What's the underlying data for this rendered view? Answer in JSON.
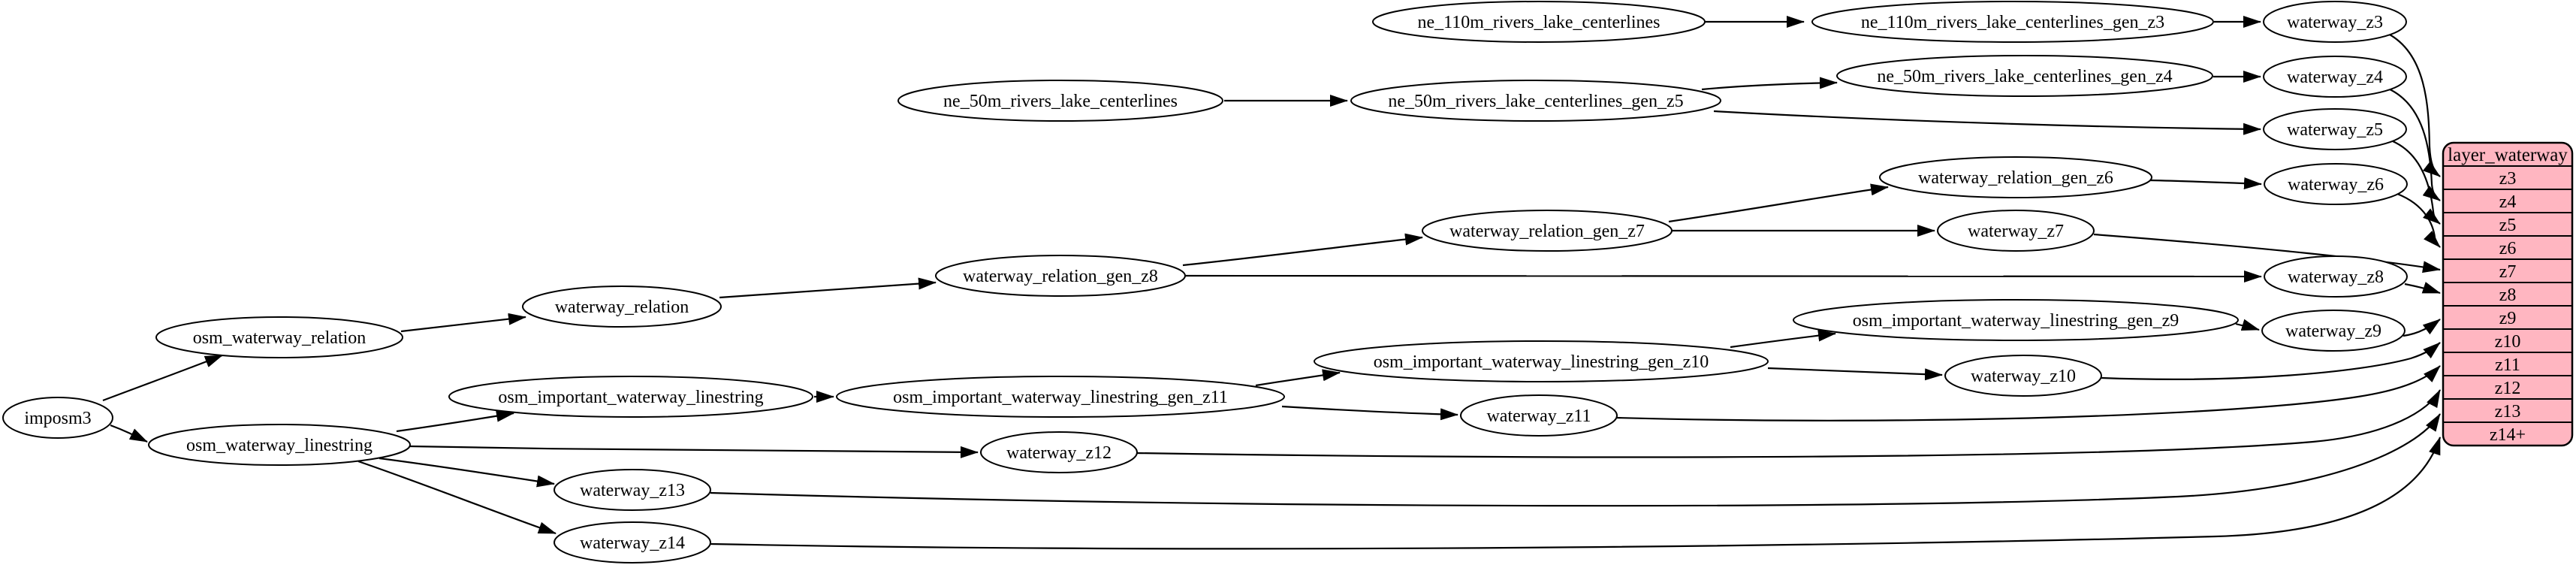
{
  "diagram": {
    "kind": "etl-dependency-graph",
    "background_color": "#ffffff",
    "node_fill": "#ffffff",
    "node_stroke": "#000000",
    "edge_color": "#000000"
  },
  "nodes": {
    "imposm3": {
      "label": "imposm3"
    },
    "osm_waterway_relation": {
      "label": "osm_waterway_relation"
    },
    "osm_waterway_linestring": {
      "label": "osm_waterway_linestring"
    },
    "waterway_relation": {
      "label": "waterway_relation"
    },
    "osm_important_waterway_linestring": {
      "label": "osm_important_waterway_linestring"
    },
    "waterway_z13": {
      "label": "waterway_z13"
    },
    "waterway_z14": {
      "label": "waterway_z14"
    },
    "waterway_relation_gen_z8": {
      "label": "waterway_relation_gen_z8"
    },
    "osm_important_waterway_linestring_gen_z11": {
      "label": "osm_important_waterway_linestring_gen_z11"
    },
    "waterway_z12": {
      "label": "waterway_z12"
    },
    "ne_50m_rivers_lake_centerlines": {
      "label": "ne_50m_rivers_lake_centerlines"
    },
    "ne_50m_rivers_lake_centerlines_gen_z5": {
      "label": "ne_50m_rivers_lake_centerlines_gen_z5"
    },
    "waterway_relation_gen_z7": {
      "label": "waterway_relation_gen_z7"
    },
    "osm_important_waterway_linestring_gen_z10": {
      "label": "osm_important_waterway_linestring_gen_z10"
    },
    "waterway_z11": {
      "label": "waterway_z11"
    },
    "ne_110m_rivers_lake_centerlines": {
      "label": "ne_110m_rivers_lake_centerlines"
    },
    "ne_110m_rivers_lake_centerlines_gen_z3": {
      "label": "ne_110m_rivers_lake_centerlines_gen_z3"
    },
    "ne_50m_rivers_lake_centerlines_gen_z4": {
      "label": "ne_50m_rivers_lake_centerlines_gen_z4"
    },
    "waterway_relation_gen_z6": {
      "label": "waterway_relation_gen_z6"
    },
    "waterway_z7": {
      "label": "waterway_z7"
    },
    "osm_important_waterway_linestring_gen_z9": {
      "label": "osm_important_waterway_linestring_gen_z9"
    },
    "waterway_z10": {
      "label": "waterway_z10"
    },
    "waterway_z3": {
      "label": "waterway_z3"
    },
    "waterway_z4": {
      "label": "waterway_z4"
    },
    "waterway_z5": {
      "label": "waterway_z5"
    },
    "waterway_z6": {
      "label": "waterway_z6"
    },
    "waterway_z8": {
      "label": "waterway_z8"
    },
    "waterway_z9": {
      "label": "waterway_z9"
    }
  },
  "table": {
    "title": "layer_waterway",
    "rows": [
      "z3",
      "z4",
      "z5",
      "z6",
      "z7",
      "z8",
      "z9",
      "z10",
      "z11",
      "z12",
      "z13",
      "z14+"
    ],
    "fill": "#ffb6c1",
    "stroke": "#000000"
  },
  "edges": [
    {
      "from": "ne_110m_rivers_lake_centerlines",
      "to": "ne_110m_rivers_lake_centerlines_gen_z3"
    },
    {
      "from": "ne_110m_rivers_lake_centerlines_gen_z3",
      "to": "waterway_z3"
    },
    {
      "from": "ne_50m_rivers_lake_centerlines",
      "to": "ne_50m_rivers_lake_centerlines_gen_z5"
    },
    {
      "from": "ne_50m_rivers_lake_centerlines_gen_z5",
      "to": "ne_50m_rivers_lake_centerlines_gen_z4"
    },
    {
      "from": "ne_50m_rivers_lake_centerlines_gen_z4",
      "to": "waterway_z4"
    },
    {
      "from": "ne_50m_rivers_lake_centerlines_gen_z5",
      "to": "waterway_z5"
    },
    {
      "from": "imposm3",
      "to": "osm_waterway_relation"
    },
    {
      "from": "imposm3",
      "to": "osm_waterway_linestring"
    },
    {
      "from": "osm_waterway_relation",
      "to": "waterway_relation"
    },
    {
      "from": "waterway_relation",
      "to": "waterway_relation_gen_z8"
    },
    {
      "from": "waterway_relation_gen_z8",
      "to": "waterway_relation_gen_z7"
    },
    {
      "from": "waterway_relation_gen_z7",
      "to": "waterway_relation_gen_z6"
    },
    {
      "from": "waterway_relation_gen_z6",
      "to": "waterway_z6"
    },
    {
      "from": "waterway_relation_gen_z7",
      "to": "waterway_z7"
    },
    {
      "from": "waterway_relation_gen_z8",
      "to": "waterway_z8"
    },
    {
      "from": "osm_waterway_linestring",
      "to": "osm_important_waterway_linestring"
    },
    {
      "from": "osm_important_waterway_linestring",
      "to": "osm_important_waterway_linestring_gen_z11"
    },
    {
      "from": "osm_important_waterway_linestring_gen_z11",
      "to": "osm_important_waterway_linestring_gen_z10"
    },
    {
      "from": "osm_important_waterway_linestring_gen_z10",
      "to": "osm_important_waterway_linestring_gen_z9"
    },
    {
      "from": "osm_important_waterway_linestring_gen_z9",
      "to": "waterway_z9"
    },
    {
      "from": "osm_important_waterway_linestring_gen_z10",
      "to": "waterway_z10"
    },
    {
      "from": "osm_important_waterway_linestring_gen_z11",
      "to": "waterway_z11"
    },
    {
      "from": "osm_waterway_linestring",
      "to": "waterway_z12"
    },
    {
      "from": "osm_waterway_linestring",
      "to": "waterway_z13"
    },
    {
      "from": "osm_waterway_linestring",
      "to": "waterway_z14"
    },
    {
      "from": "waterway_z3",
      "to": "layer_waterway:z3"
    },
    {
      "from": "waterway_z4",
      "to": "layer_waterway:z4"
    },
    {
      "from": "waterway_z5",
      "to": "layer_waterway:z5"
    },
    {
      "from": "waterway_z6",
      "to": "layer_waterway:z6"
    },
    {
      "from": "waterway_z7",
      "to": "layer_waterway:z7"
    },
    {
      "from": "waterway_z8",
      "to": "layer_waterway:z8"
    },
    {
      "from": "waterway_z9",
      "to": "layer_waterway:z9"
    },
    {
      "from": "waterway_z10",
      "to": "layer_waterway:z10"
    },
    {
      "from": "waterway_z11",
      "to": "layer_waterway:z11"
    },
    {
      "from": "waterway_z12",
      "to": "layer_waterway:z12"
    },
    {
      "from": "waterway_z13",
      "to": "layer_waterway:z13"
    },
    {
      "from": "waterway_z14",
      "to": "layer_waterway:z14+"
    }
  ]
}
